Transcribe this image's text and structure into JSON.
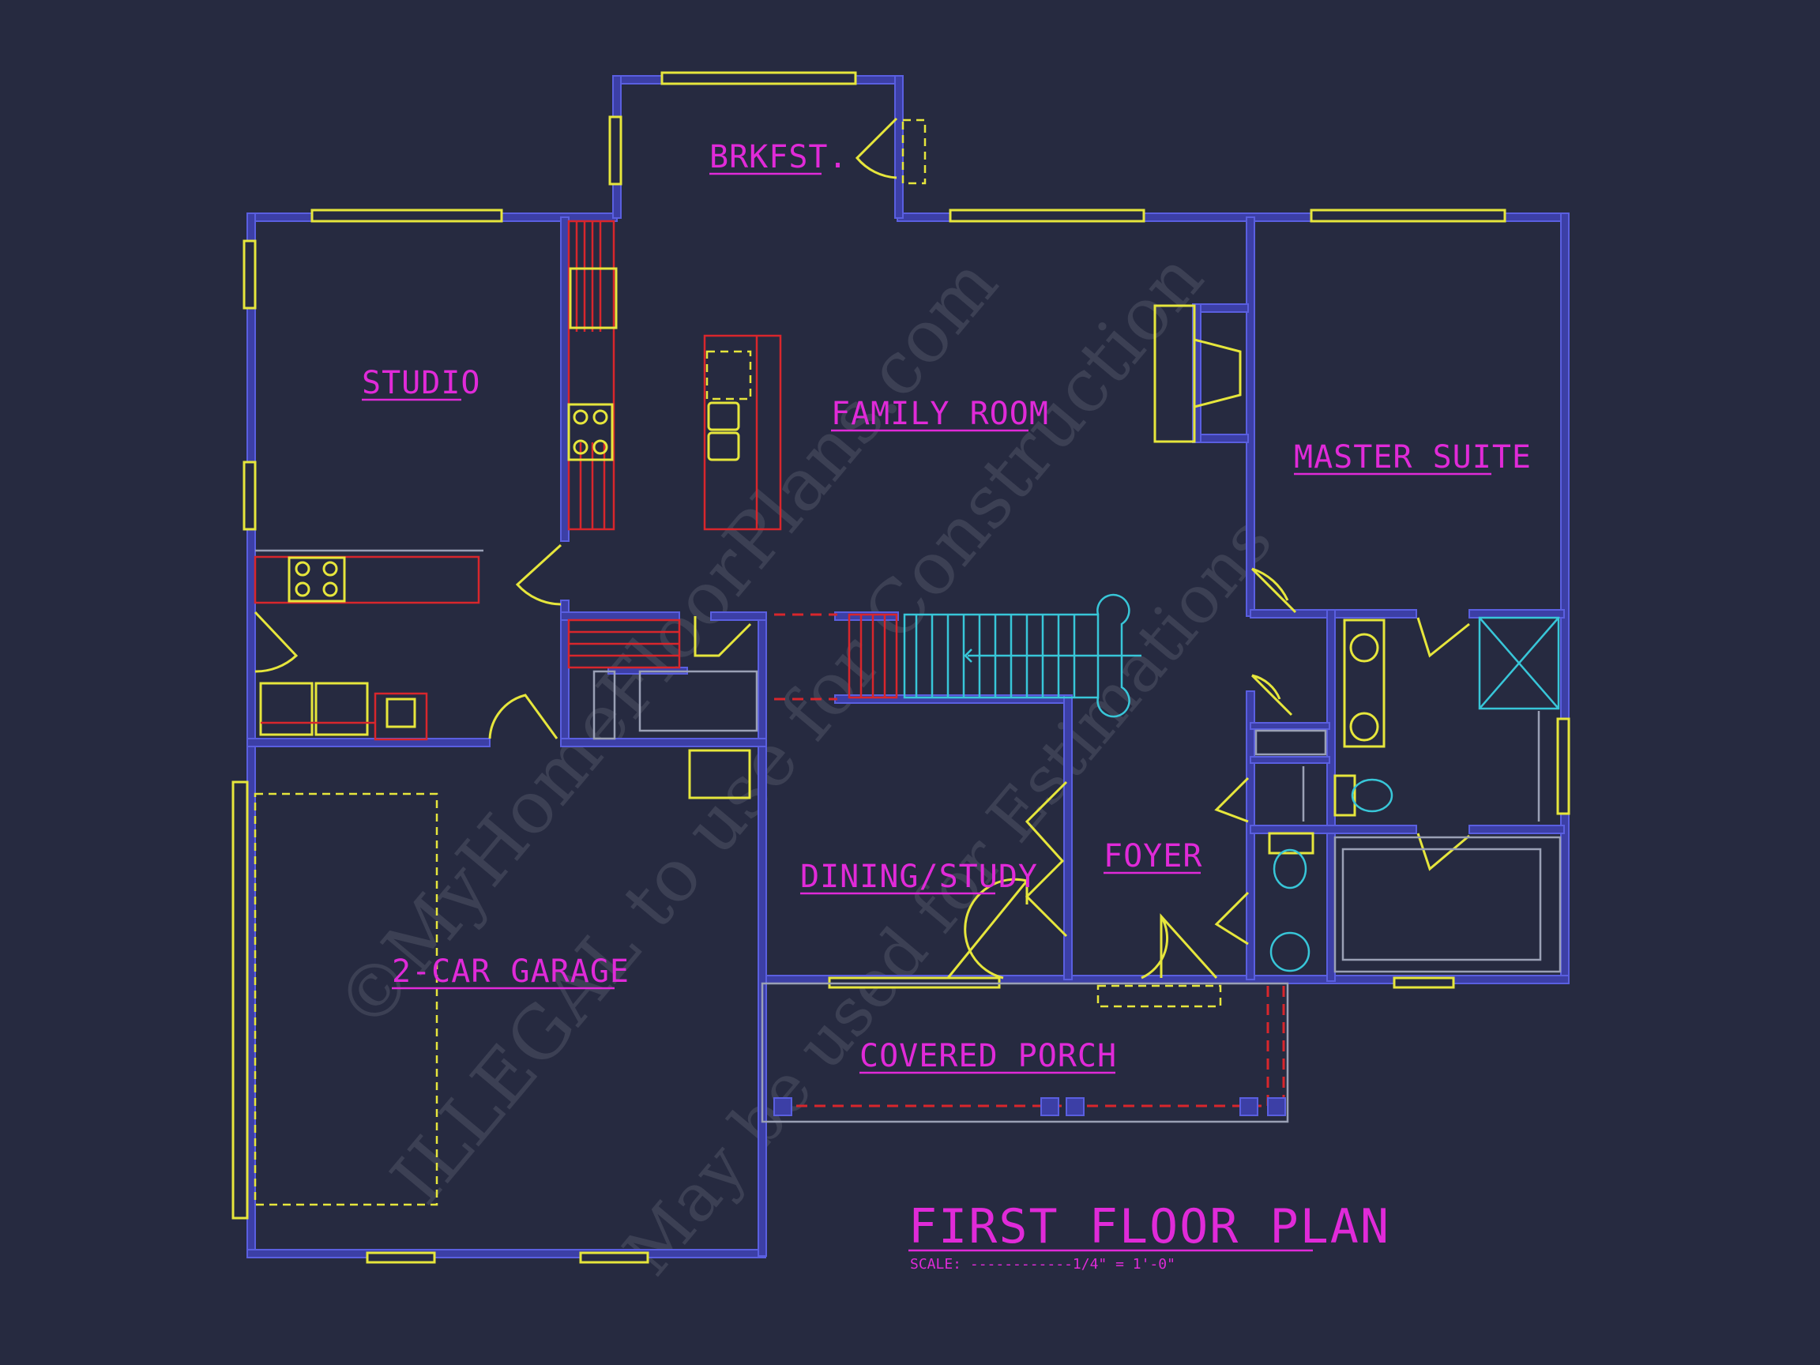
{
  "rooms": {
    "breakfast": "BRKFST.",
    "studio": "STUDIO",
    "family_room": "FAMILY ROOM",
    "master_suite": "MASTER SUITE",
    "dining_study": "DINING/STUDY",
    "foyer": "FOYER",
    "garage": "2-CAR GARAGE",
    "covered_porch": "COVERED PORCH"
  },
  "title": "FIRST FLOOR PLAN",
  "scale_text": "SCALE: ------------1/4\" = 1'-0\"",
  "watermark": {
    "line1": "©MyHomeFloorPlans.com",
    "line2": "ILLEGAL to use for Construction",
    "line3": "May be used for Estimations"
  },
  "colors": {
    "background": "#262a40",
    "walls": "#3c3fa6",
    "fixtures": "#e6e63c",
    "labels": "#e02ad8",
    "cabinetry": "#d8262c",
    "stairs": "#38c6d8"
  }
}
